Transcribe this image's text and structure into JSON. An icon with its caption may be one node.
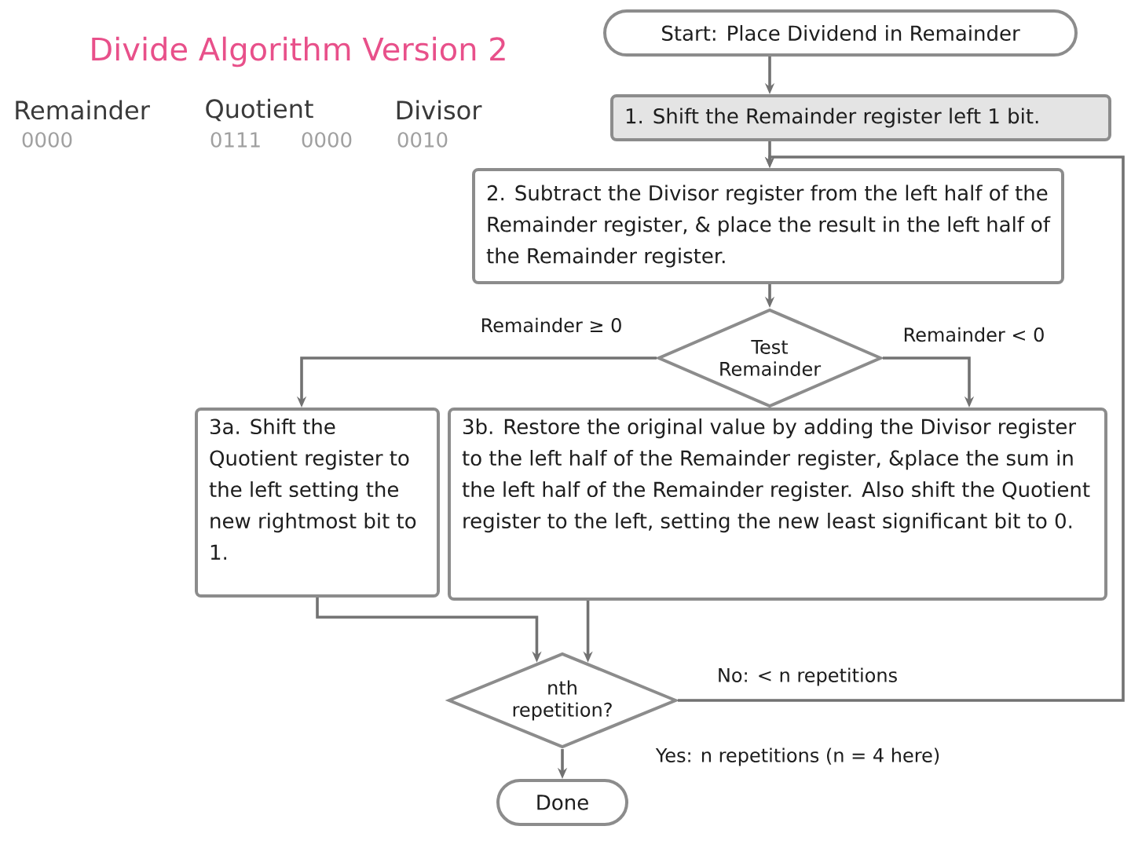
{
  "diagram": {
    "title": "Divide Algorithm Version 2",
    "nodes": [
      {
        "text": [
          "Start: Place Dividend in Remainder"
        ]
      },
      {
        "text": [
          "1. Shift the Remainder register left 1 bit."
        ]
      },
      {
        "text": [
          "2. Subtract the Divisor register from the left half of the Remainder register, & place the result in the left half of the Remainder register."
        ]
      },
      {
        "text": [
          "Test Remainder"
        ]
      },
      {
        "text": [
          "3a. Shift the Quotient register to the left setting the new rightmost bit to 1."
        ]
      },
      {
        "text": [
          "3b. Restore the original value by adding the Divisor register to the left half of the Remainder register, &place the sum in the left half of the Remainder register. Also shift the Quotient register to the left, setting the new least significant bit to 0."
        ]
      },
      {
        "text": [
          "nth repetition?"
        ]
      },
      {
        "text": [
          "Done"
        ]
      }
    ],
    "edges": [
      {
        "from": 0,
        "to": 1,
        "arrow": "to"
      },
      {
        "from": 1,
        "to": 2,
        "arrow": "to"
      },
      {
        "from": 2,
        "to": 3,
        "arrow": "to"
      },
      {
        "from": 3,
        "to": 4,
        "arrow": "to",
        "label": "Remainder ≥ 0"
      },
      {
        "from": 3,
        "to": 5,
        "arrow": "to",
        "label": "Remainder < 0"
      },
      {
        "from": 4,
        "to": 6,
        "arrow": "to"
      },
      {
        "from": 5,
        "to": 6,
        "arrow": "to"
      },
      {
        "from": 6,
        "to": 2,
        "arrow": "to",
        "label": "No: < n repetitions"
      },
      {
        "from": 6,
        "to": 7,
        "arrow": "to",
        "label": "Yes: n repetitions (n = 4 here)"
      }
    ],
    "labels": [
      "Remainder",
      "Quotient",
      "Divisor",
      "0000",
      "0111",
      "0000",
      "0010"
    ]
  }
}
